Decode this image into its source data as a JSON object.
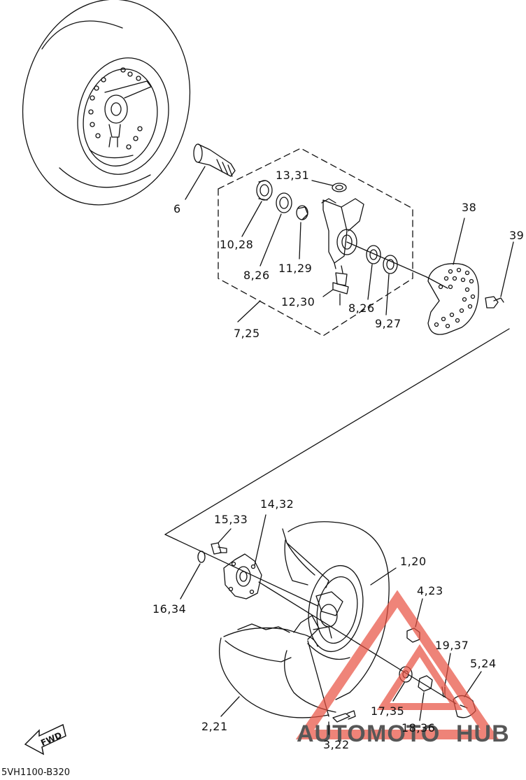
{
  "diagram_code": "5VH1100-B320",
  "fwd_label": "FWD",
  "watermark": {
    "part1": "AUTO",
    "part2": "MOTO",
    "part3": "HUB",
    "color1": "#f4a11a",
    "color2": "#e63a30",
    "color3": "#2f2f2f",
    "triangle_color": "#e85040"
  },
  "callouts": {
    "c6": "6",
    "c10_28": "10,28",
    "c13_31": "13,31",
    "c8_26_a": "8,26",
    "c11_29": "11,29",
    "c12_30": "12,30",
    "c8_26_b": "8,26",
    "c9_27": "9,27",
    "c7_25": "7,25",
    "c38": "38",
    "c39": "39",
    "c14_32": "14,32",
    "c15_33": "15,33",
    "c16_34": "16,34",
    "c1_20": "1,20",
    "c4_23": "4,23",
    "c19_37": "19,37",
    "c5_24": "5,24",
    "c17_35": "17,35",
    "c18_36": "18,36",
    "c2_21": "2,21",
    "c3_22": "3,22"
  }
}
